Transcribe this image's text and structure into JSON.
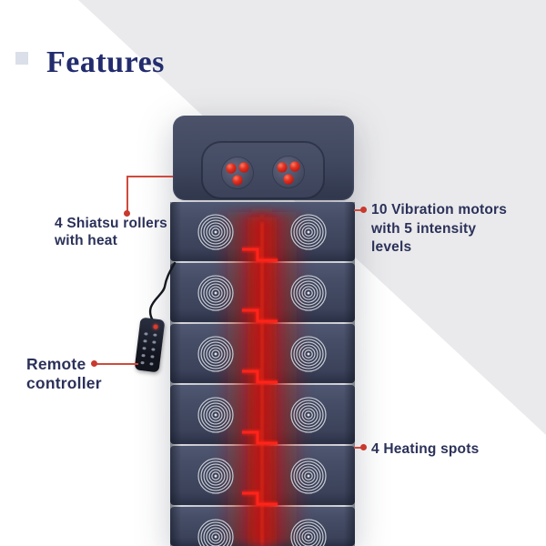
{
  "title": {
    "text": "Features"
  },
  "labels": {
    "shiatsu": {
      "text": "4 Shiatsu rollers\nwith heat"
    },
    "vibration": {
      "text": "10 Vibration motors\nwith 5 intensity\nlevels"
    },
    "remote": {
      "text": "Remote\ncontroller"
    },
    "heating": {
      "text": "4 Heating spots"
    }
  },
  "colors": {
    "background": "#ffffff",
    "gray_triangle": "#eaeaec",
    "title_navy": "#222c6e",
    "label_navy": "#2b3159",
    "connector_red": "#cf4a3c",
    "mat_fabric": "#434b63",
    "heat_glow": "#c0150c",
    "roller_red": "#e23222",
    "motor_ring": "#dde1e9"
  },
  "icons": {
    "vibration_motor": "concentric-circles-icon",
    "heating_element": "step-zigzag-icon",
    "shiatsu_roller": "three-red-balls-icon",
    "remote": "wired-remote-icon"
  },
  "mat": {
    "vibration_motor_rows": 6,
    "heating_elements": 5,
    "shiatsu_roller_groups": 2,
    "balls_per_group": 3
  }
}
